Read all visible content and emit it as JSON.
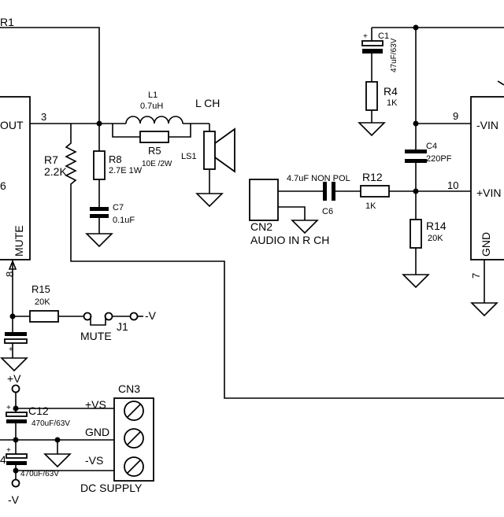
{
  "labels": {
    "r1": "R1",
    "out_pin": "OUT",
    "pin3": "3",
    "pin6": "6",
    "mute_pin": "MUTE",
    "pin8": "8",
    "l1": "L1",
    "l1_val": "0.7uH",
    "lch": "L  CH",
    "r8": "R8",
    "r8_val": "2.7E 1W",
    "r5": "R5",
    "r5_val": "10E /2W",
    "ls1": "LS1",
    "r7": "R7",
    "r7_val": "2.2K",
    "c7": "C7",
    "c7_val": "0.1uF",
    "r15": "R15",
    "r15_val": "20K",
    "j1": "J1",
    "mute_sw": "MUTE",
    "neg_v_j1": "-V",
    "pos_v": "+V",
    "c12": "C12",
    "c12_val": "470uF/63V",
    "c14_num": "4",
    "c14_val": "470uF/63V",
    "neg_v_bottom": "-V",
    "plus_vs": "+VS",
    "gnd_lbl": "GND",
    "minus_vs": "-VS",
    "cn3": "CN3",
    "dc_supply": "DC SUPPLY",
    "c1": "C1",
    "c1_val": "47uF/63V",
    "r4": "R4",
    "r4_val": "1K",
    "c4": "C4",
    "c4_val": "220PF",
    "pin9": "9",
    "pin10": "10",
    "vin_neg": "-VIN",
    "vin_pos": "+VIN",
    "gnd_pin": "GND",
    "pin7": "7",
    "c6_val": "4.7uF NON POL",
    "c6": "C6",
    "r12": "R12",
    "r12_val": "1K",
    "r14": "R14",
    "r14_val": "20K",
    "cn2": "CN2",
    "audio_in": "AUDIO IN R CH",
    "plus_sign": "+"
  }
}
